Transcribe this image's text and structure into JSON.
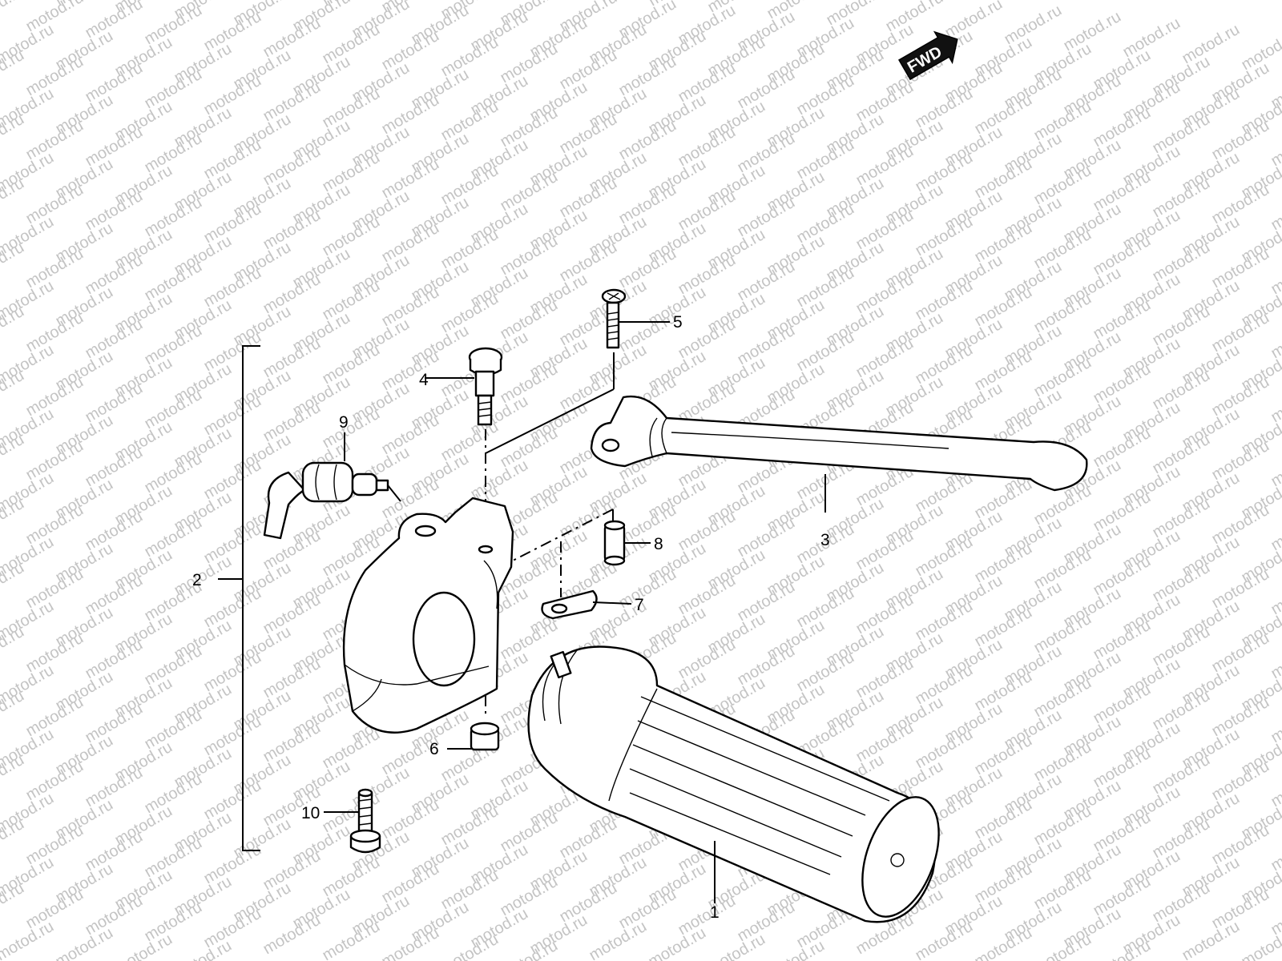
{
  "watermark": {
    "text": "motod.ru"
  },
  "direction_badge": {
    "text": "FWD"
  },
  "callouts": {
    "p1": "1",
    "p2": "2",
    "p3": "3",
    "p4": "4",
    "p5": "5",
    "p6": "6",
    "p7": "7",
    "p8": "8",
    "p9": "9",
    "p10": "10"
  }
}
